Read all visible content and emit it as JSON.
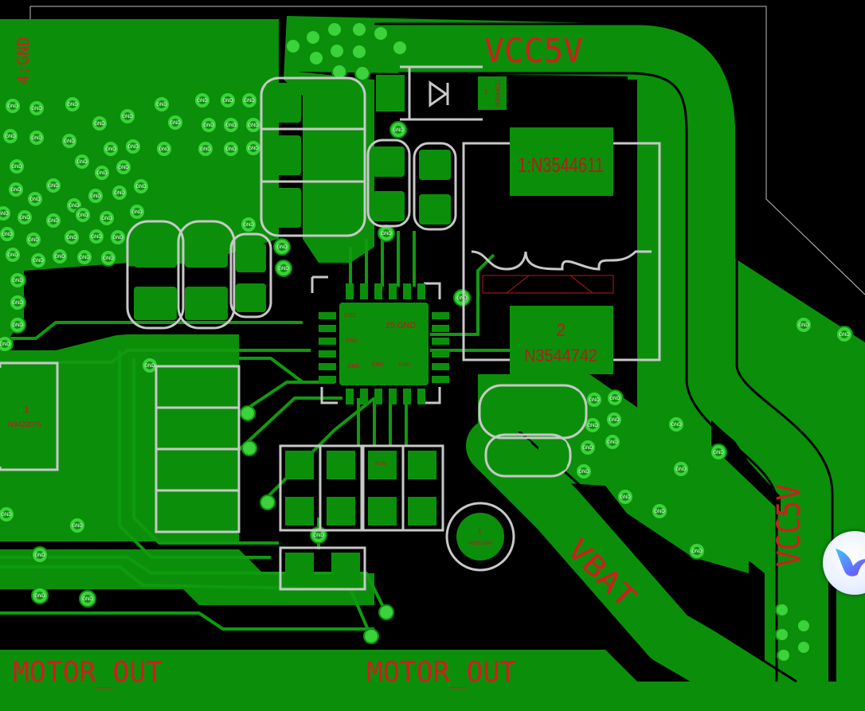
{
  "window": {
    "title": ""
  },
  "colors": {
    "background": "#000000",
    "copper": "#0b8f0b",
    "copper_trace": "#109a10",
    "via": "#3bd23b",
    "silk": "#c8c8c8",
    "net_label": "#d21c1c"
  },
  "nets": {
    "vcc5v_top": "VCC5V",
    "vcc5v_right": "VCC5V",
    "vbat": "VBAT",
    "motor_out_left": "MOTOR_OUT",
    "motor_out_center": "MOTOR_OUT",
    "gnd_pad": "4:GND",
    "ic_ep": "25:GND"
  },
  "components": {
    "inductor_pin1": "1:N3544611",
    "inductor_pin2_num": "2",
    "inductor_pin2_net": "N3544742",
    "diode_pin": "N3544611",
    "diode_pin_num": "1",
    "left_part_num": "1",
    "left_part_net": "N3422075",
    "round_part_num": "1",
    "round_part_net": "N3552080",
    "ic_pad_gnd_a": "GND",
    "ic_pad_gnd_b": "GND",
    "ic_pad_gnd_c": "GND",
    "ic_pad_gnd_d": "GND",
    "ic_pad_gnd_e": "GND",
    "cap_bank_label": "SUM"
  },
  "via_label": "GND",
  "assistant": {
    "icon": "hummingbird-icon"
  }
}
